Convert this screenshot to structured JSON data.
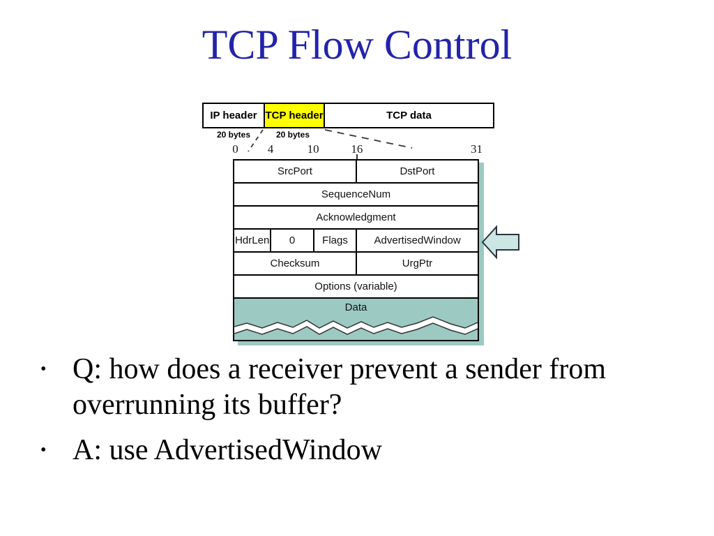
{
  "slide_title": "TCP Flow Control",
  "colors": {
    "title_blue": "#2323aa",
    "tcp_header_highlight": "#ffff00",
    "data_fill_teal": "#9ccac2",
    "arrow_fill": "#cbe6e3"
  },
  "packet_bar": {
    "segments": [
      {
        "label": "IP header"
      },
      {
        "label": "TCP header"
      },
      {
        "label": "TCP data"
      }
    ],
    "byte_labels": [
      "20 bytes",
      "20 bytes"
    ]
  },
  "bit_ruler": {
    "ticks": [
      "0",
      "4",
      "10",
      "16",
      "31"
    ]
  },
  "tcp_header": {
    "rows": [
      [
        "SrcPort",
        "DstPort"
      ],
      [
        "SequenceNum"
      ],
      [
        "Acknowledgment"
      ],
      [
        "HdrLen",
        "0",
        "Flags",
        "AdvertisedWindow"
      ],
      [
        "Checksum",
        "UrgPtr"
      ],
      [
        "Options (variable)"
      ]
    ],
    "data_label": "Data"
  },
  "bullets": [
    {
      "marker": "•",
      "text": "Q: how does a receiver prevent a sender from overrunning its buffer?"
    },
    {
      "marker": "•",
      "text": "A: use AdvertisedWindow"
    }
  ]
}
